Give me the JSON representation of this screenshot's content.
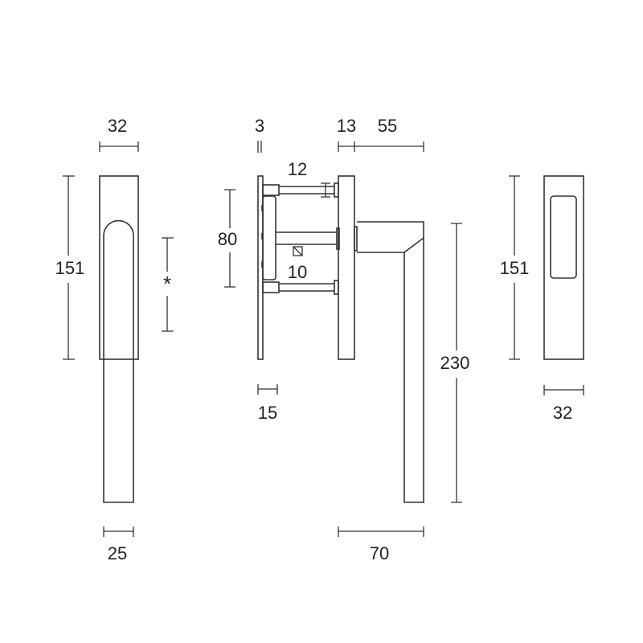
{
  "dimensions": {
    "front_width": "32",
    "front_height": "151",
    "spindle_offset": "*",
    "grip_width": "25",
    "plate_thickness": "3",
    "rose_thickness": "13",
    "projection": "55",
    "screw_diameter": "12",
    "screw_spacing": "80",
    "spindle_square": "10",
    "plate_offset": "15",
    "handle_length": "230",
    "handle_reach": "70",
    "back_height": "151",
    "back_width": "32"
  },
  "colors": {
    "line": "#333333",
    "background": "#ffffff"
  }
}
